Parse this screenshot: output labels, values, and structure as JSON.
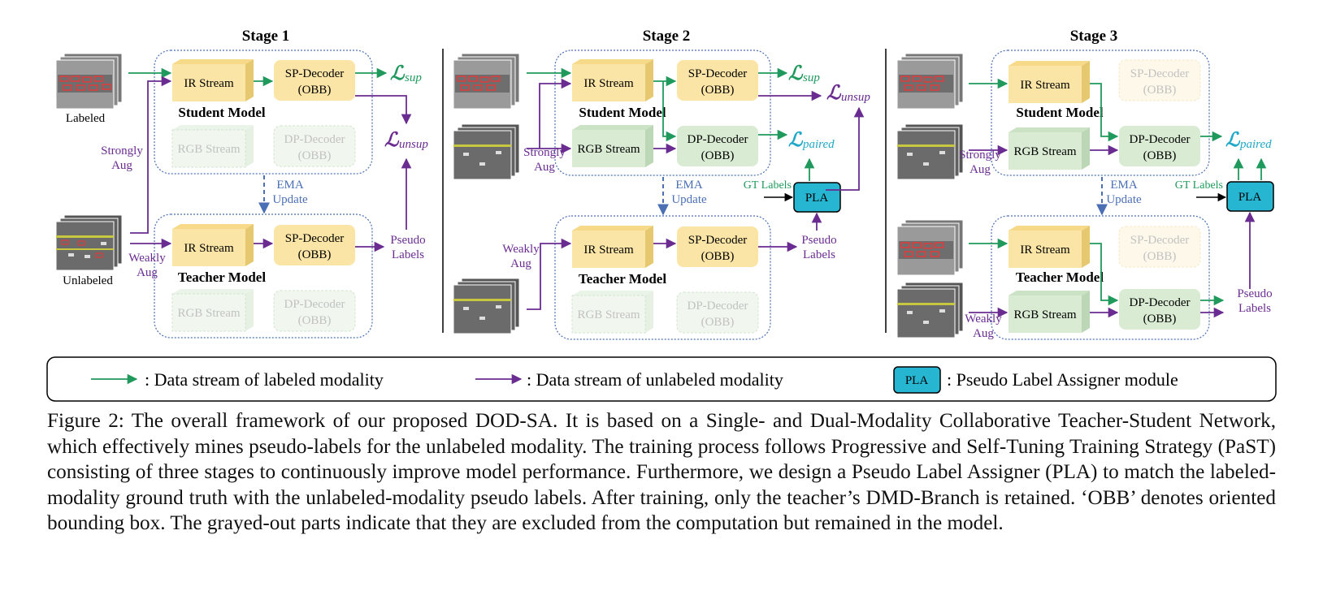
{
  "stages": [
    {
      "title": "Stage 1"
    },
    {
      "title": "Stage 2"
    },
    {
      "title": "Stage 3"
    }
  ],
  "labels": {
    "labeled": "Labeled",
    "unlabeled": "Unlabeled",
    "strongly_aug": [
      "Strongly",
      "Aug"
    ],
    "weakly_aug": [
      "Weakly",
      "Aug"
    ],
    "ema_update": [
      "EMA",
      "Update"
    ],
    "pseudo_labels": [
      "Pseudo",
      "Labels"
    ],
    "gt_labels": "GT Labels",
    "student_model": "Student Model",
    "teacher_model": "Teacher Model",
    "ir_stream": "IR Stream",
    "rgb_stream": "RGB Stream",
    "sp_decoder": [
      "SP-Decoder",
      "(OBB)"
    ],
    "dp_decoder": [
      "DP-Decoder",
      "(OBB)"
    ],
    "pla": "PLA",
    "loss_symbol": "ℒ",
    "loss_sup": "sup",
    "loss_unsup": "unsup",
    "loss_paired": "paired"
  },
  "legend": {
    "labeled_stream": ":  Data stream of labeled modality",
    "unlabeled_stream": ":  Data stream of unlabeled modality",
    "pla_box": "PLA",
    "pla_text": ":  Pseudo Label Assigner module"
  },
  "colors": {
    "labeled_stream": "#1f9a5c",
    "unlabeled_stream": "#6a2c91",
    "ema": "#4a6fb5",
    "pla_fill": "#27b6d2",
    "ir_fill": "#fbe5a6",
    "rgb_fill": "#d9ebd3",
    "loss_paired": "#20a8c8"
  },
  "caption": "Figure 2: The overall framework of our proposed DOD-SA. It is based on a Single- and Dual-Modality Collaborative Teacher-Student Network, which effectively mines pseudo-labels for the unlabeled modality. The training process follows Progressive and Self-Tuning Training Strategy (PaST) consisting of three stages to continuously improve model performance. Furthermore, we design a Pseudo Label Assigner (PLA) to match the labeled-modality ground truth with the unlabeled-modality pseudo labels. After training, only the teacher’s DMD-Branch is retained. ‘OBB’ denotes oriented bounding box. The grayed-out parts indicate that they are excluded from the computation but remained in the model."
}
